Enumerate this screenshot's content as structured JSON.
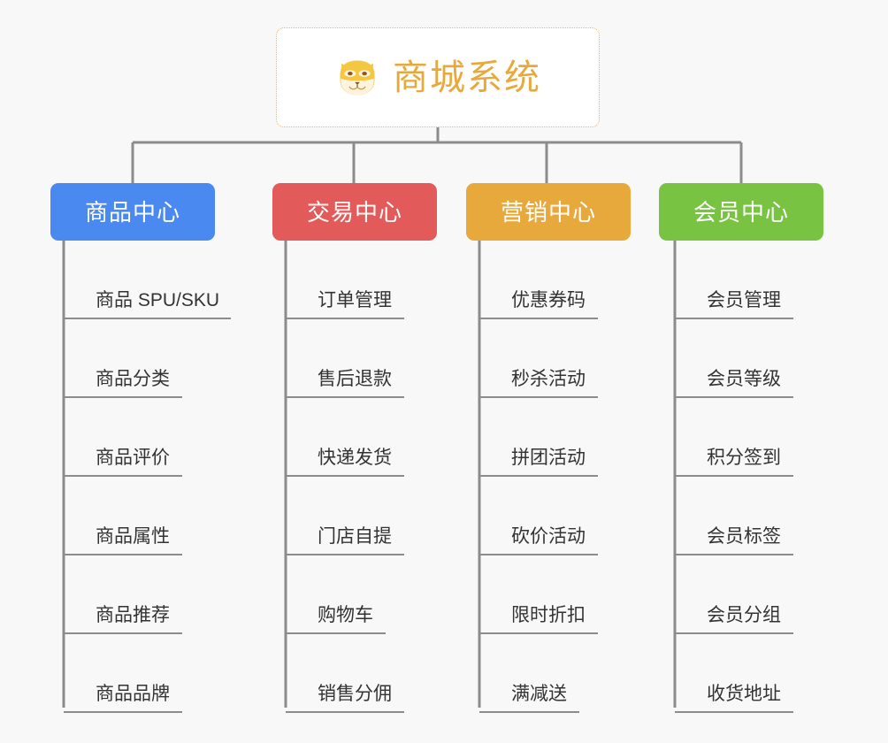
{
  "background_color": "#f8f8f8",
  "root": {
    "icon": "shiba-dog-face-emoji",
    "title": "商城系统",
    "color": "#e8a93c",
    "border_color": "#f1b44c"
  },
  "connector_color": "#8c8c8c",
  "branches": [
    {
      "label": "商品中心",
      "color": "#4a89ef",
      "items": [
        "商品 SPU/SKU",
        "商品分类",
        "商品评价",
        "商品属性",
        "商品推荐",
        "商品品牌"
      ]
    },
    {
      "label": "交易中心",
      "color": "#e35a5a",
      "items": [
        "订单管理",
        "售后退款",
        "快递发货",
        "门店自提",
        "购物车",
        "销售分佣"
      ]
    },
    {
      "label": "营销中心",
      "color": "#e8a93c",
      "items": [
        "优惠券码",
        "秒杀活动",
        "拼团活动",
        "砍价活动",
        "限时折扣",
        "满减送"
      ]
    },
    {
      "label": "会员中心",
      "color": "#79c343",
      "items": [
        "会员管理",
        "会员等级",
        "积分签到",
        "会员标签",
        "会员分组",
        "收货地址"
      ]
    }
  ]
}
